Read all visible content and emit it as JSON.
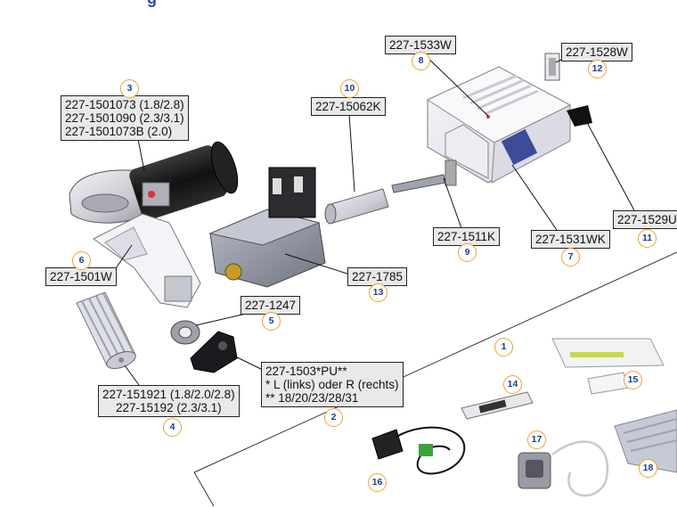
{
  "heading_fragment": "g",
  "parts": [
    {
      "id": "3",
      "label_lines": [
        "227-1501073 (1.8/2.8)",
        "227-1501090 (2.3/3.1)",
        "227-1501073B (2.0)"
      ]
    },
    {
      "id": "6",
      "label_lines": [
        "227-1501W"
      ]
    },
    {
      "id": "4",
      "label_lines": [
        "227-151921 (1.8/2.0/2.8)",
        "227-15192 (2.3/3.1)"
      ]
    },
    {
      "id": "5",
      "label_lines": [
        "227-1247"
      ]
    },
    {
      "id": "2",
      "label_lines": [
        "227-1503*PU**",
        "* L (links) oder R (rechts)",
        "** 18/20/23/28/31"
      ]
    },
    {
      "id": "10",
      "label_lines": [
        "227-15062K"
      ]
    },
    {
      "id": "13",
      "label_lines": [
        "227-1785"
      ]
    },
    {
      "id": "8",
      "label_lines": [
        "227-1533W"
      ]
    },
    {
      "id": "12",
      "label_lines": [
        "227-1528W"
      ]
    },
    {
      "id": "9",
      "label_lines": [
        "227-1511K"
      ]
    },
    {
      "id": "7",
      "label_lines": [
        "227-1531WK"
      ]
    },
    {
      "id": "11",
      "label_lines": [
        "227-1529U"
      ]
    }
  ],
  "accessory_numbers": [
    "1",
    "14",
    "15",
    "16",
    "17",
    "18"
  ],
  "colors": {
    "number_ring": "#f0a030",
    "number_text": "#1d3d8c",
    "label_fill": "#e9e9e9",
    "label_border": "#222222"
  }
}
